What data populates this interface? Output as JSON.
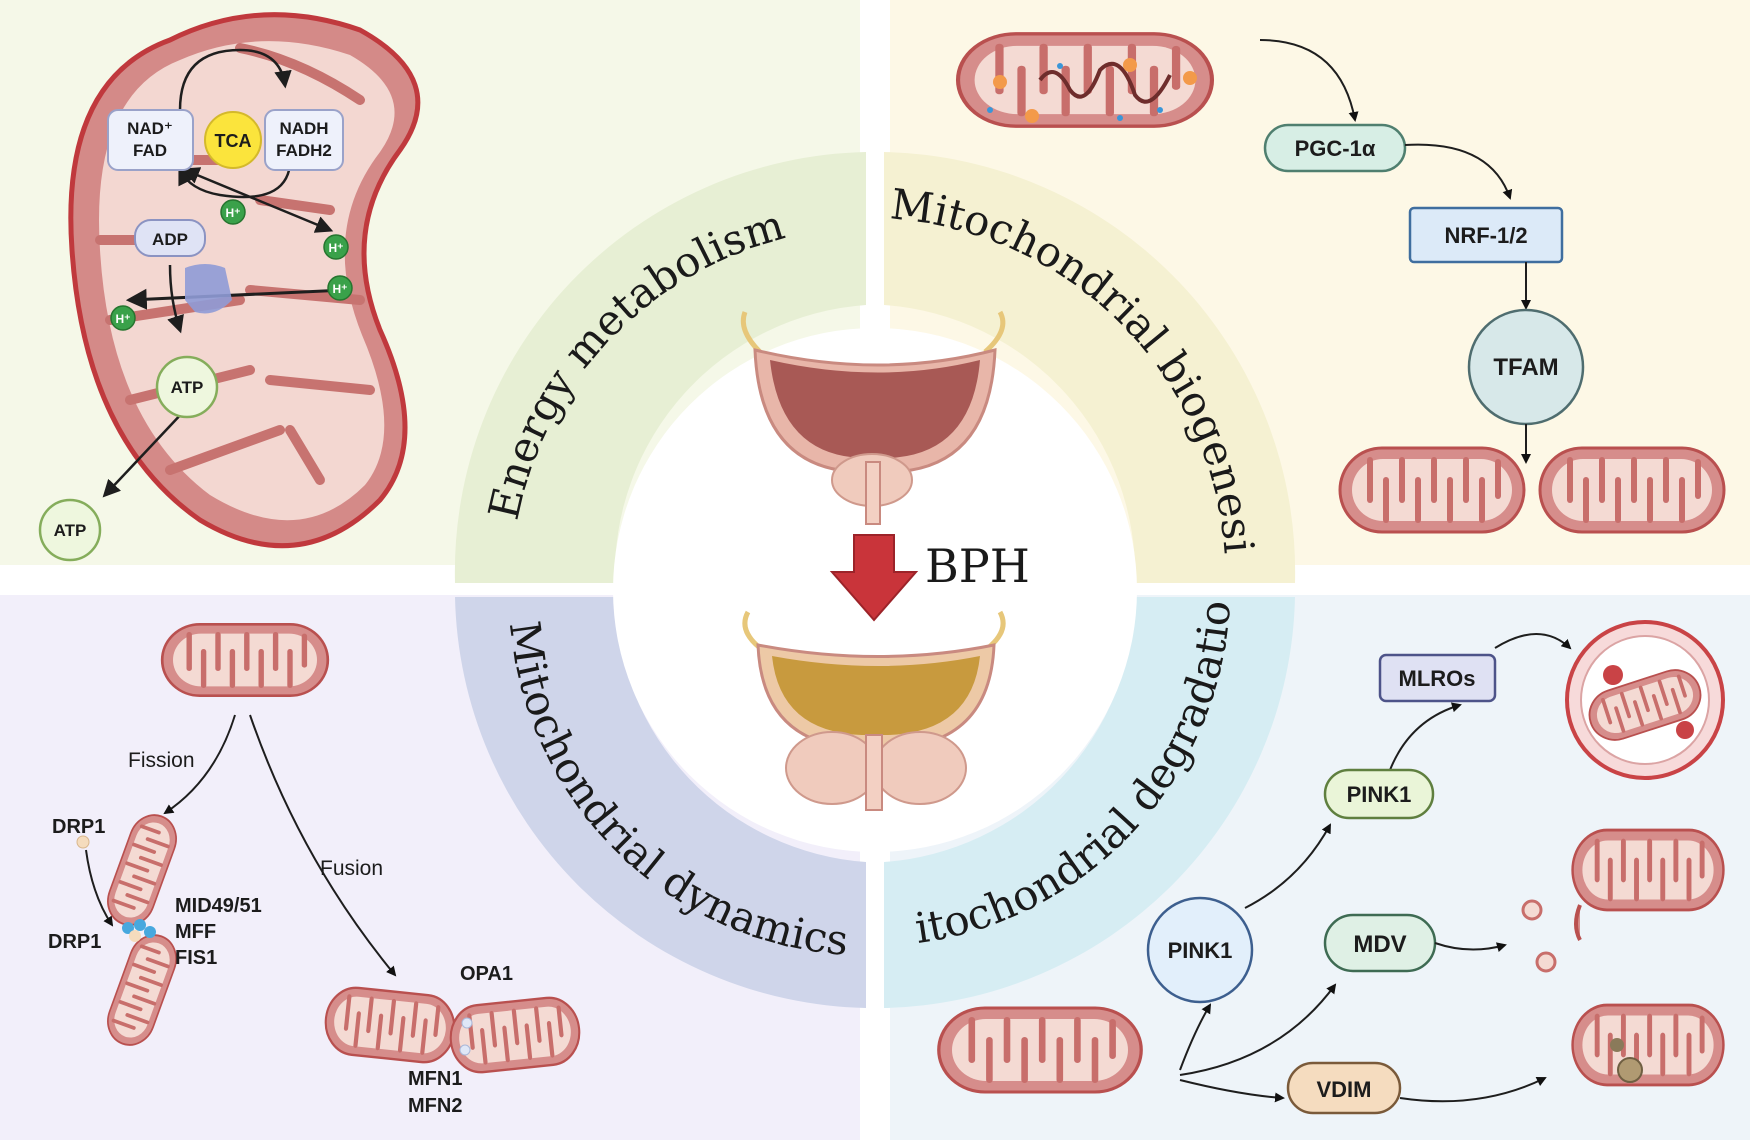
{
  "center": {
    "title": "BPH"
  },
  "ring": {
    "energy": "Energy metabolism",
    "biogenesis": "Mitochondrial biogenesis",
    "dynamics": "Mitochondrial dynamics",
    "degradation": "Mitochondrial degradation"
  },
  "energy_panel": {
    "nad_line1": "NAD⁺",
    "nad_line2": "FAD",
    "tca": "TCA",
    "nadh_line1": "NADH",
    "nadh_line2": "FADH2",
    "adp": "ADP",
    "atp_inner": "ATP",
    "atp_outer": "ATP",
    "proton": "H⁺"
  },
  "biogenesis_panel": {
    "pgc": "PGC-1α",
    "nrf": "NRF-1/2",
    "tfam": "TFAM"
  },
  "dynamics_panel": {
    "fission": "Fission",
    "fusion": "Fusion",
    "drp1_top": "DRP1",
    "drp1_bottom": "DRP1",
    "receptors": [
      "MID49/51",
      "MFF",
      "FIS1"
    ],
    "opa1": "OPA1",
    "mfn": [
      "MFN1",
      "MFN2"
    ]
  },
  "degradation_panel": {
    "mlros": "MLROs",
    "pink1_upper": "PINK1",
    "pink1_lower": "PINK1",
    "mdv": "MDV",
    "vdim": "VDIM"
  },
  "colors": {
    "energy_bg": "#f4f7e6",
    "biogenesis_bg": "#fcf8e6",
    "dynamics_bg": "#f1effa",
    "degradation_bg": "#edf3f9",
    "mito_outer": "#d4898a",
    "mito_border": "#b8494c",
    "mito_inner": "#f3d9d4",
    "arrow_red": "#c9343a"
  }
}
